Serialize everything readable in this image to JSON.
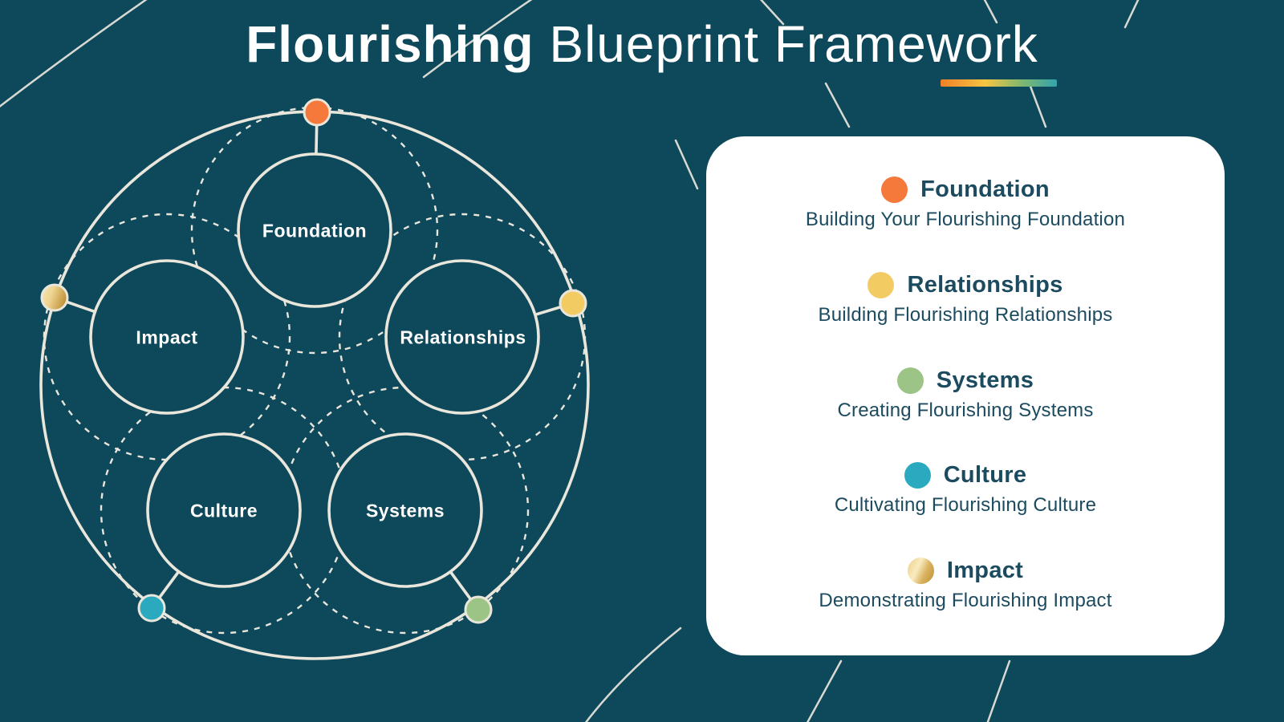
{
  "colors": {
    "background": "#0E485B",
    "line": "#E9E6DC",
    "card": "#FFFFFF",
    "text_navy": "#1C4B60",
    "label_white": "#FFFFFF",
    "orange": "#F5793B",
    "yellow": "#F2CC63",
    "green": "#9DC487",
    "teal": "#2BAABF",
    "gold_light": "#F6E7B2",
    "gold_mid": "#DDB768",
    "gold_dark": "#BC8F33",
    "underline_gradient": [
      "#F08028",
      "#F6C443",
      "#7FB96E",
      "#33A3AE"
    ]
  },
  "title": {
    "bold": "Flourishing",
    "light": " Blueprint Framework"
  },
  "diagram": {
    "nodes": [
      {
        "id": "foundation",
        "label": "Foundation",
        "color": "#F5793B"
      },
      {
        "id": "relationships",
        "label": "Relationships",
        "color": "#F2CC63"
      },
      {
        "id": "impact",
        "label": "Impact",
        "color": "gold"
      },
      {
        "id": "culture",
        "label": "Culture",
        "color": "#2BAABF"
      },
      {
        "id": "systems",
        "label": "Systems",
        "color": "#9DC487"
      }
    ]
  },
  "legend": {
    "items": [
      {
        "name": "Foundation",
        "description": "Building Your Flourishing Foundation",
        "color": "#F5793B"
      },
      {
        "name": "Relationships",
        "description": "Building Flourishing Relationships",
        "color": "#F2CC63"
      },
      {
        "name": "Systems",
        "description": "Creating Flourishing Systems",
        "color": "#9DC487"
      },
      {
        "name": "Culture",
        "description": "Cultivating Flourishing Culture",
        "color": "#2BAABF"
      },
      {
        "name": "Impact",
        "description": "Demonstrating Flourishing Impact",
        "color": "gold"
      }
    ]
  }
}
